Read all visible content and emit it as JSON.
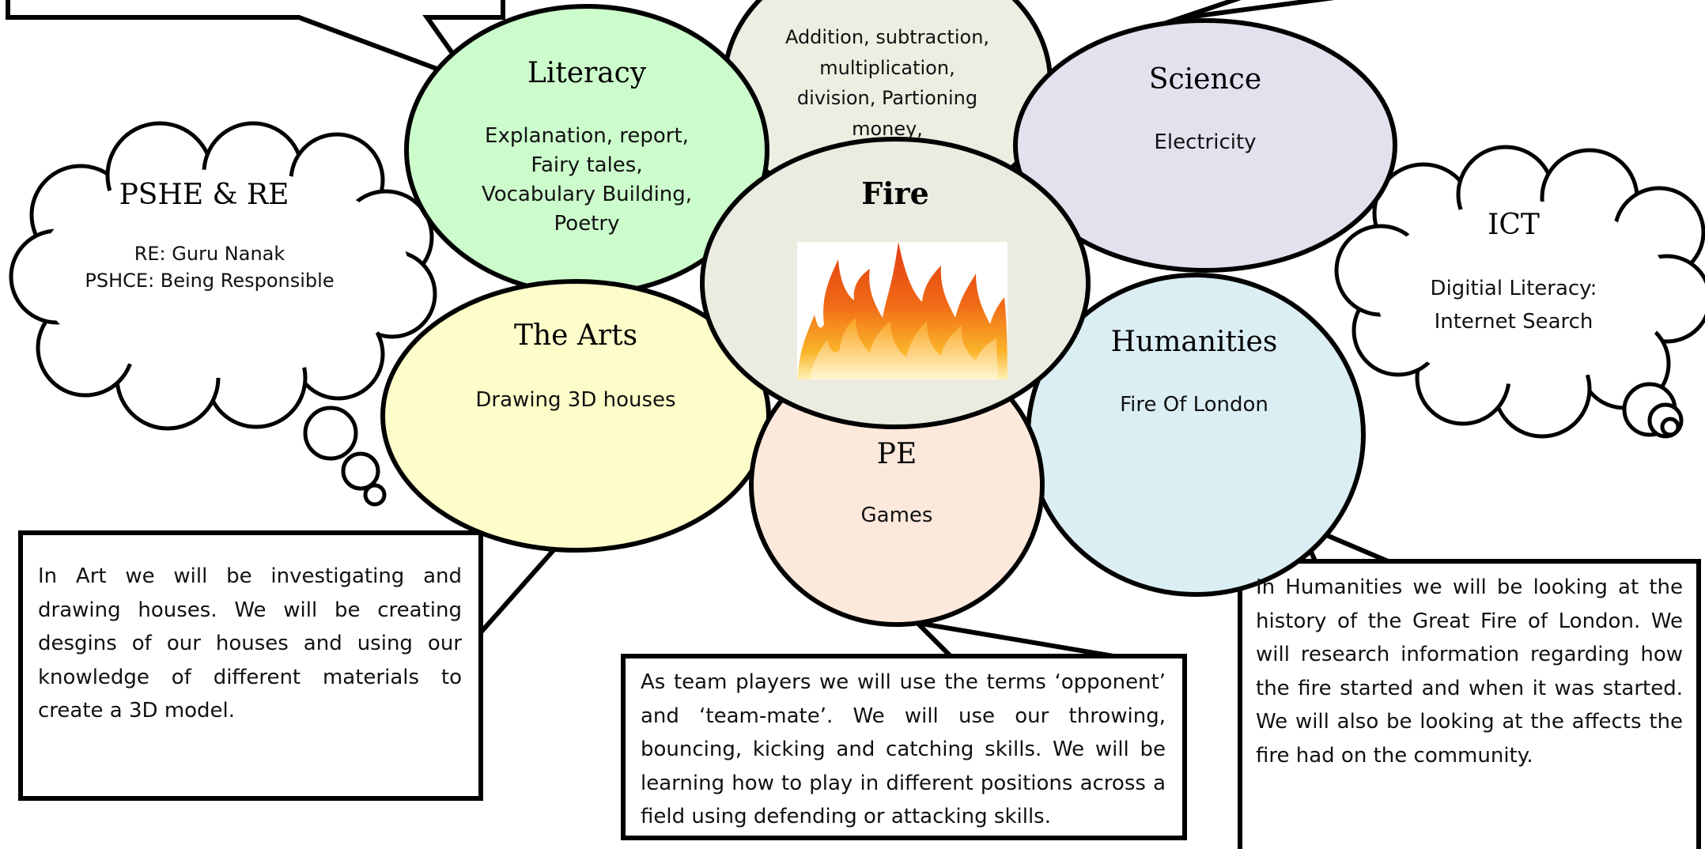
{
  "center": {
    "title": "Fire"
  },
  "literacy": {
    "title": "Literacy",
    "lines": [
      "Explanation, report,",
      "Fairy tales,",
      "Vocabulary Building,",
      "Poetry"
    ]
  },
  "maths": {
    "lines": [
      "Addition, subtraction,",
      "multiplication,",
      "division, Partioning",
      "money,"
    ]
  },
  "science": {
    "title": "Science",
    "lines": [
      "Electricity"
    ]
  },
  "arts": {
    "title": "The Arts",
    "lines": [
      "Drawing 3D houses"
    ]
  },
  "pe": {
    "title": "PE",
    "lines": [
      "Games"
    ]
  },
  "humanities": {
    "title": "Humanities",
    "lines": [
      "Fire Of London"
    ]
  },
  "pshe": {
    "title": "PSHE & RE",
    "lines": [
      "RE: Guru Nanak",
      "PSHCE: Being Responsible"
    ]
  },
  "ict": {
    "title": "ICT",
    "lines": [
      "Digitial Literacy:",
      "Internet Search"
    ]
  },
  "notes": {
    "art": "In Art we will be investigating and drawing houses. We will be creating desgins of our houses and using our knowledge of different materials to create a 3D model.",
    "pe": "As team players we will use the terms ‘opponent’ and ‘team-mate’. We will use our throwing, bouncing, kicking and catching skills. We will be learning how to play in different positions across a field using defending or attacking skills.",
    "humanities": "In Humanities we will be looking at the history of the Great Fire of London. We will research information regarding how the fire started and when it was started. We will also be looking at the affects the fire had on the community."
  },
  "colors": {
    "literacy": "#ccfccc",
    "maths": "#ebefe2",
    "science": "#e5e0ee",
    "arts": "#fdfdc9",
    "pe": "#fde9dc",
    "humanities": "#dbeef4",
    "center": "#ecebe1",
    "outline": "#000000"
  }
}
